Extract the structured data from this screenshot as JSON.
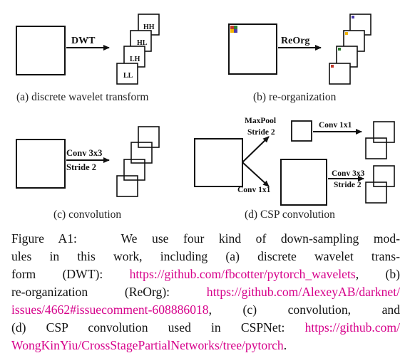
{
  "panels": {
    "dwt": {
      "arrow_label": "DWT",
      "subbands": [
        "HH",
        "HL",
        "LH",
        "LL"
      ],
      "caption": "(a) discrete wavelet transform"
    },
    "reorg": {
      "arrow_label": "ReOrg",
      "caption": "(b) re-organization",
      "patch_colors": [
        "#c0392b",
        "#2e7d32",
        "#f2b400",
        "#4a3aa8"
      ]
    },
    "conv": {
      "arrow_label_1": "Conv 3x3",
      "arrow_label_2": "Stride 2",
      "caption": "(c) convolution"
    },
    "csp": {
      "maxpool_label_1": "MaxPool",
      "maxpool_label_2": "Stride 2",
      "conv1x1_lower_label": "Conv 1x1",
      "conv1x1_upper_label": "Conv 1x1",
      "conv3x3_label_1": "Conv 3x3",
      "conv3x3_label_2": "Stride 2",
      "caption": "(d) CSP convolution"
    }
  },
  "caption": {
    "l1_a": "Figure A1:",
    "l1_b": "We use four kind of down-sampling mod-",
    "l2": "ules in this work, including (a) discrete wavelet trans-",
    "l3_a": "form (DWT): ",
    "l3_link": "https://github.com/fbcotter/pytorch_wavelets",
    "l3_b": ", (b)",
    "l4_a": "re-organization (ReOrg): ",
    "l4_link": "https://github.com/AlexeyAB/darknet/",
    "l5_link": "issues/4662#issuecomment-608886018",
    "l5_b": ", (c) convolution, and",
    "l6_a": "(d) CSP convolution used in CSPNet: ",
    "l6_link": "https://github.com/",
    "l7_link": "WongKinYiu/CrossStagePartialNetworks/tree/pytorch",
    "l7_b": "."
  }
}
